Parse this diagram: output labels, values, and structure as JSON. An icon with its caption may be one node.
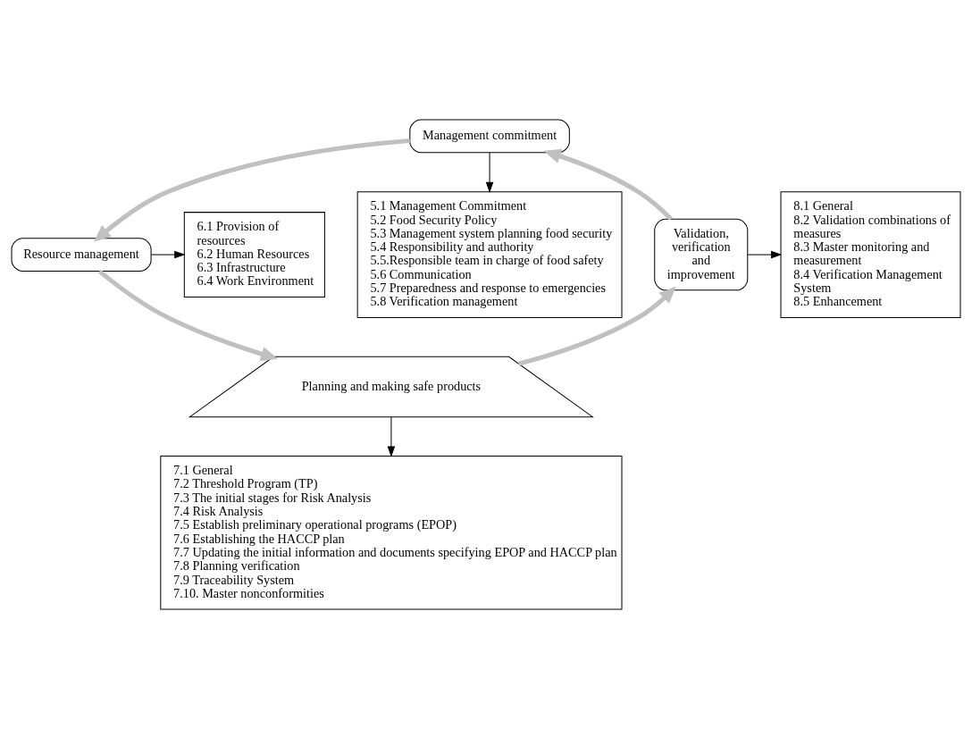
{
  "diagram": {
    "nodes": [
      {
        "text": [
          "Management commitment"
        ]
      },
      {
        "text": [
          "Resource management"
        ]
      },
      {
        "text": [
          "Validation, verification and improvement"
        ]
      },
      {
        "text": [
          "Planning and making safe products"
        ]
      },
      {
        "text": [
          "5.1 Management Commitment",
          "5.2 Food Security Policy",
          "5.3 Management system planning food security",
          "5.4 Responsibility and authority",
          "5.5.Responsible team in charge of food safety",
          "5.6 Communication",
          "5.7 Preparedness and response to emergencies",
          "5.8 Verification management"
        ]
      },
      {
        "text": [
          "6.1 Provision of resources",
          "6.2 Human Resources",
          "6.3 Infrastructure",
          "6.4 Work Environment"
        ]
      },
      {
        "text": [
          "8.1 General",
          "8.2 Validation combinations of measures",
          "8.3 Master monitoring and measurement",
          "8.4 Verification Management System",
          "8.5 Enhancement"
        ]
      },
      {
        "text": [
          "7.1 General",
          "7.2 Threshold Program (TP)",
          "7.3 The initial stages for Risk Analysis",
          "7.4 Risk Analysis",
          "7.5 Establish preliminary operational programs (EPOP)",
          "7.6 Establishing the HACCP plan",
          "7.7 Updating the initial information and documents specifying EPOP and HACCP plan",
          "7.8 Planning verification",
          "7.9 Traceability System",
          "7.10. Master nonconformities"
        ]
      }
    ],
    "edges": [
      {
        "from": 0,
        "to": 4,
        "arrow": "to"
      },
      {
        "from": 1,
        "to": 5,
        "arrow": "to"
      },
      {
        "from": 2,
        "to": 6,
        "arrow": "to"
      },
      {
        "from": 3,
        "to": 7,
        "arrow": "to"
      },
      {
        "from": 0,
        "to": 1,
        "arrow": "to",
        "style": "thick",
        "color": "#c0c0c0"
      },
      {
        "from": 1,
        "to": 3,
        "arrow": "to",
        "style": "thick",
        "color": "#c0c0c0"
      },
      {
        "from": 3,
        "to": 2,
        "arrow": "to",
        "style": "thick",
        "color": "#c0c0c0"
      },
      {
        "from": 2,
        "to": 0,
        "arrow": "to",
        "style": "thick",
        "color": "#c0c0c0"
      }
    ]
  }
}
